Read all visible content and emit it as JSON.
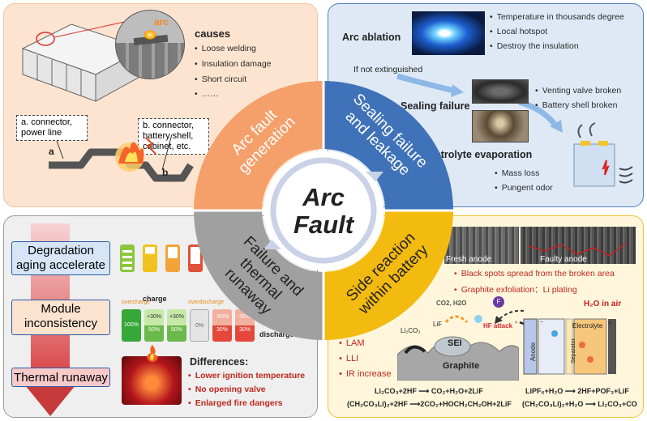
{
  "center": {
    "line1": "Arc",
    "line2": "Fault"
  },
  "ring": {
    "tl": "Arc fault generation",
    "tr": "Sealing failure and leakage",
    "bl": "Failure and thermal runaway",
    "br": "Side reaction within battery"
  },
  "tl": {
    "arc_label": "arc",
    "causes_title": "causes",
    "causes": [
      "Loose welding",
      "Insulation damage",
      "Short circuit",
      "……"
    ],
    "label_a": "a. connector, power line",
    "label_b": "b. connector, battery shell, cabinet, etc.",
    "marker_a": "a",
    "marker_b": "b"
  },
  "tr": {
    "arc_ablation": "Arc ablation",
    "ablation_items": [
      "Temperature in thousands degree",
      "Local hotspot",
      "Destroy the insulation"
    ],
    "if_not": "If not extinguished",
    "sealing_failure": "Sealing failure",
    "sealing_items": [
      "Venting valve broken",
      "Battery shell broken"
    ],
    "electrolyte": "Electrolyte evaporation",
    "electrolyte_items": [
      "Mass loss",
      "Pungent odor"
    ]
  },
  "bl": {
    "degradation": "Degradation aging accelerate",
    "module": "Module inconsistency",
    "thermal": "Thermal runaway",
    "overcharge": "overcharge",
    "overdischarge": "overdischarge",
    "charge": "charge",
    "discharge": "discharge",
    "cells": [
      "100%",
      "+30%",
      "50%",
      "+30%",
      "50%",
      "0%",
      "-50%",
      "30%",
      "-50%",
      "30%"
    ],
    "diff_title": "Differences:",
    "diffs": [
      "Lower ignition temperature",
      "No opening valve",
      "Enlarged fire dangers"
    ]
  },
  "br": {
    "fresh": "Fresh anode",
    "faulty": "Faulty anode",
    "obs": [
      "Black spots spread from the broken area",
      "Graphite exfoliation：Li plating"
    ],
    "losses": [
      "LAM",
      "LLI",
      "IR increase"
    ],
    "li2co3": "Li₂CO₃",
    "lif": "LiF",
    "co2h2o": "CO2, H2O",
    "hf_attack": "HF attack",
    "sei": "SEI",
    "graphite": "Graphite",
    "h2o_air": "H₂O in air",
    "electrolyte": "Electrolyte",
    "anode": "Anode",
    "separator": "Separator",
    "eq1": "Li₂CO₃+2HF ⟶ CO₂+H₂O+2LiF",
    "eq2": "(CH₂CO₃Li)₂+2HF ⟶2CO₂+HOCH₂CH₂OH+2LiF",
    "eq3": "LiPF₆+H₂O ⟶ 2HF+POF₃+LiF",
    "eq4": "(CH₂CO₃Li)₂+H₂O ⟶ Li₂CO₃+CO"
  },
  "colors": {
    "orange": "#f6a56b",
    "blue": "#3f72b8",
    "gray": "#9b9b9b",
    "yellow": "#f3bb10",
    "red": "#c0281e"
  }
}
